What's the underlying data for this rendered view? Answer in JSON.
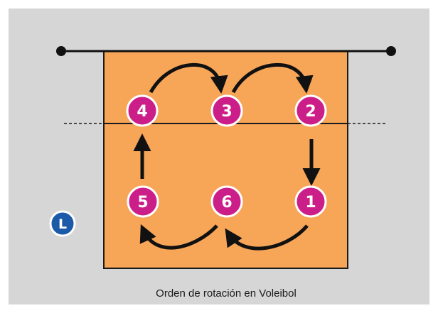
{
  "caption": "Orden de rotación en Voleibol",
  "libero_label": "L",
  "positions": [
    {
      "label": "4"
    },
    {
      "label": "3"
    },
    {
      "label": "2"
    },
    {
      "label": "5"
    },
    {
      "label": "6"
    },
    {
      "label": "1"
    }
  ],
  "colors": {
    "panel_background": "#d6d6d6",
    "court": "#f7a557",
    "court_border": "#1a1a1a",
    "player_fill": "#cc1e88",
    "player_border": "#ffffff",
    "libero_fill": "#1a5aa8",
    "arrow": "#111111"
  }
}
